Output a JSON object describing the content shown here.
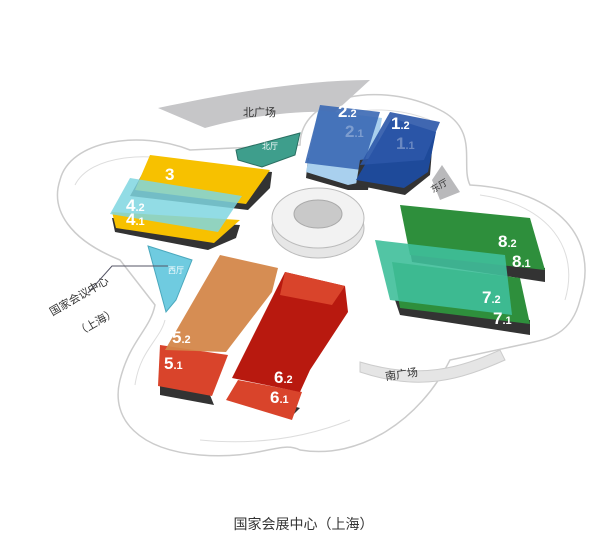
{
  "map": {
    "areas": {
      "north_plaza": "北广场",
      "south_plaza": "南广场",
      "north_hall": "北厅",
      "east_hall": "东厅",
      "west_hall": "西厅"
    },
    "convention_center": {
      "line1": "国家会议中心",
      "line2": "（上海）"
    },
    "halls": [
      {
        "id": "1.2",
        "main": "1",
        "sub": ".2",
        "color": "#1e4a9a"
      },
      {
        "id": "1.1",
        "main": "1",
        "sub": ".1",
        "color": "#1e4a9a"
      },
      {
        "id": "2.2",
        "main": "2",
        "sub": ".2",
        "color": "#3a68b4"
      },
      {
        "id": "2.1",
        "main": "2",
        "sub": ".1",
        "color": "#a9d0ee"
      },
      {
        "id": "3",
        "main": "3",
        "sub": "",
        "color": "#f7c100"
      },
      {
        "id": "4.2",
        "main": "4",
        "sub": ".2",
        "color": "#7fd6e0"
      },
      {
        "id": "4.1",
        "main": "4",
        "sub": ".1",
        "color": "#f7c100"
      },
      {
        "id": "5.2",
        "main": "5",
        "sub": ".2",
        "color": "#d4874a"
      },
      {
        "id": "5.1",
        "main": "5",
        "sub": ".1",
        "color": "#d9442b"
      },
      {
        "id": "6.2",
        "main": "6",
        "sub": ".2",
        "color": "#b8190f"
      },
      {
        "id": "6.1",
        "main": "6",
        "sub": ".1",
        "color": "#d9442b"
      },
      {
        "id": "7.2",
        "main": "7",
        "sub": ".2",
        "color": "#3fbf9a"
      },
      {
        "id": "7.1",
        "main": "7",
        "sub": ".1",
        "color": "#2e8f3c"
      },
      {
        "id": "8.2",
        "main": "8",
        "sub": ".2",
        "color": "#2e8f3c"
      },
      {
        "id": "8.1",
        "main": "8",
        "sub": ".1",
        "color": "#2e8f3c"
      }
    ]
  },
  "caption": "国家会展中心（上海）"
}
